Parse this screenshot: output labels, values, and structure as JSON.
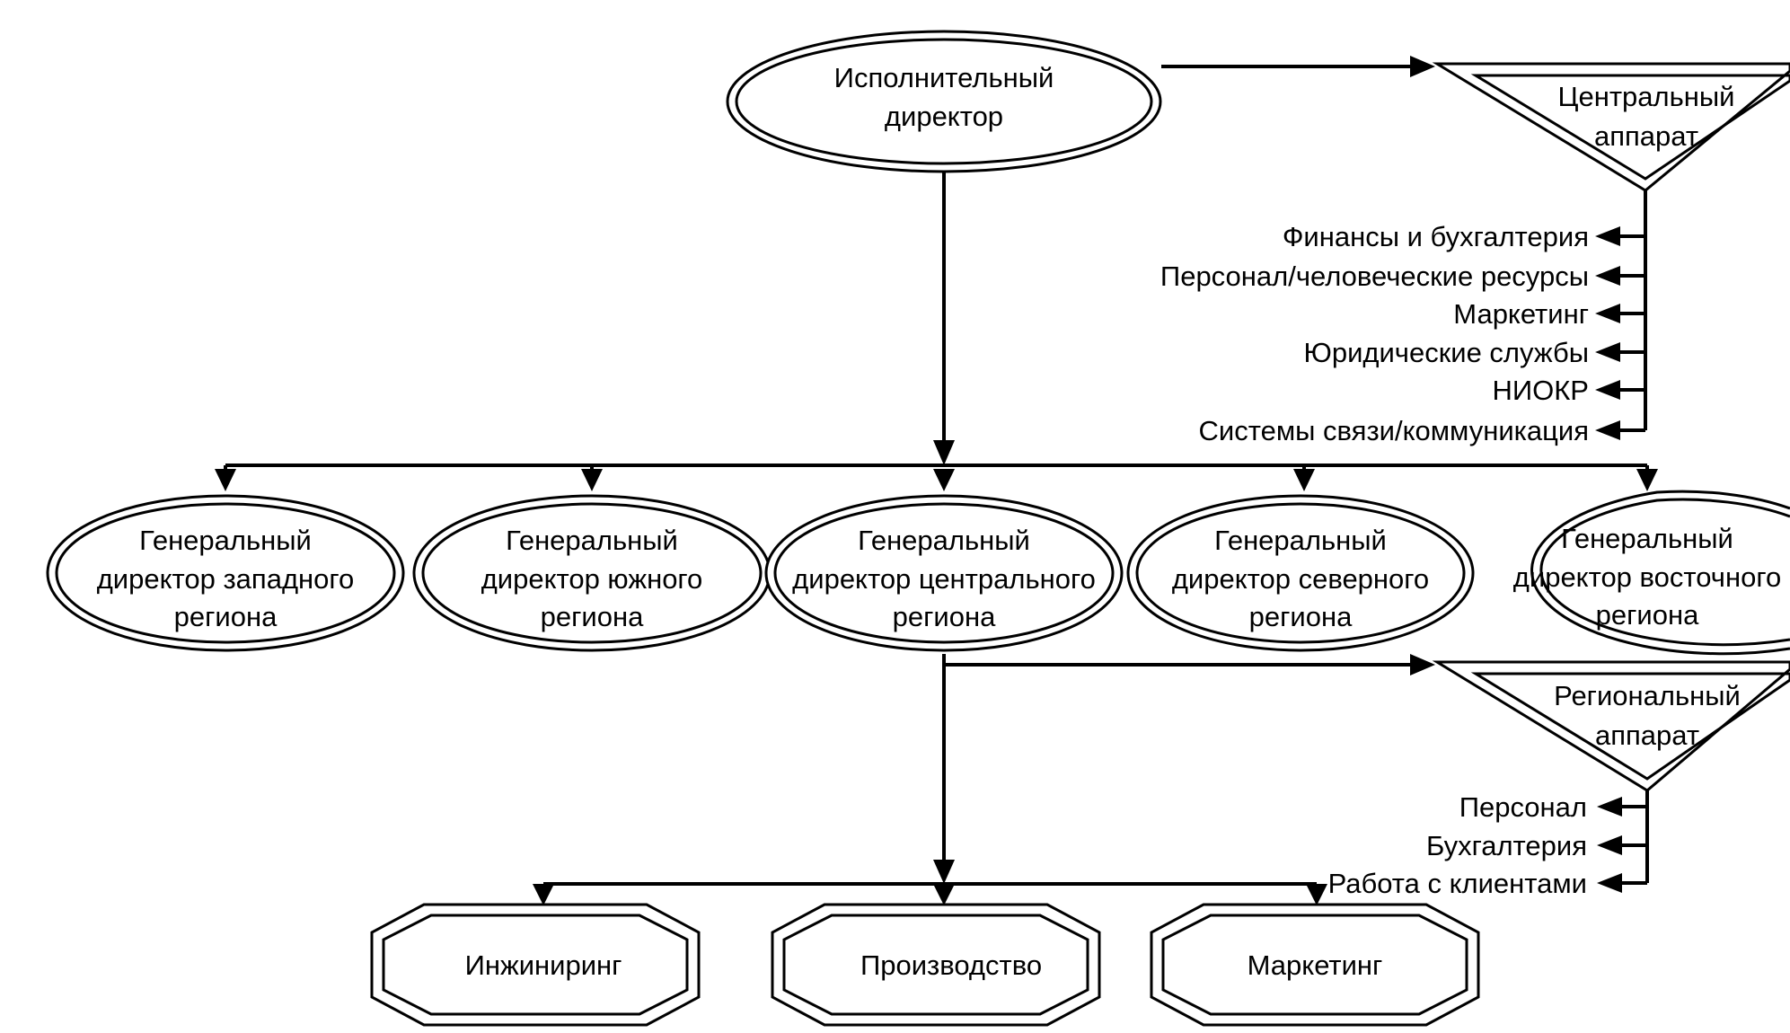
{
  "executive": {
    "lines": [
      "Исполнительный",
      "директор"
    ]
  },
  "central_staff": {
    "lines": [
      "Центральный",
      "аппарат"
    ],
    "functions": [
      "Финансы и бухгалтерия",
      "Персонал/человеческие ресурсы",
      "Маркетинг",
      "Юридические службы",
      "НИОКР",
      "Системы связи/коммуникация"
    ]
  },
  "regional_directors": [
    {
      "lines": [
        "Генеральный",
        "директор западного",
        "региона"
      ]
    },
    {
      "lines": [
        "Генеральный",
        "директор южного",
        "региона"
      ]
    },
    {
      "lines": [
        "Генеральный",
        "директор центрального",
        "региона"
      ]
    },
    {
      "lines": [
        "Генеральный",
        "директор северного",
        "региона"
      ]
    },
    {
      "lines": [
        "Генеральный",
        "директор восточного",
        "региона"
      ]
    }
  ],
  "regional_staff": {
    "lines": [
      "Региональный",
      "аппарат"
    ],
    "functions": [
      "Персонал",
      "Бухгалтерия",
      "Работа с клиентами"
    ]
  },
  "departments": [
    {
      "label": "Инжиниринг"
    },
    {
      "label": "Производство"
    },
    {
      "label": "Маркетинг"
    }
  ]
}
